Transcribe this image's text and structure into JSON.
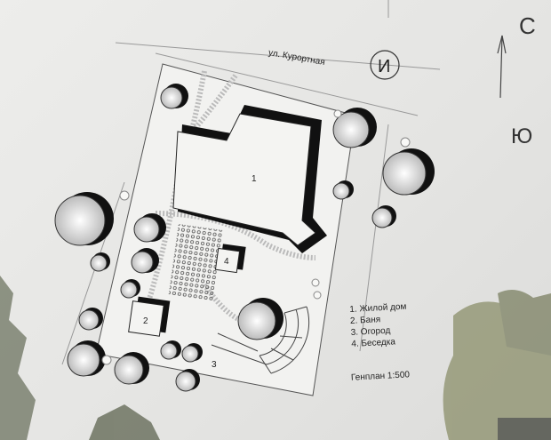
{
  "plan": {
    "street": "ул. Курортная",
    "north_label": "С",
    "south_label": "Ю",
    "entrance_symbol": "И",
    "labels": {
      "house": "1",
      "bath": "2",
      "garden": "3",
      "gazebo": "4"
    },
    "legend": [
      "1. Жилой дом",
      "2. Баня",
      "3. Огород",
      "4. Беседка"
    ],
    "scale": "Генплан 1:500"
  }
}
